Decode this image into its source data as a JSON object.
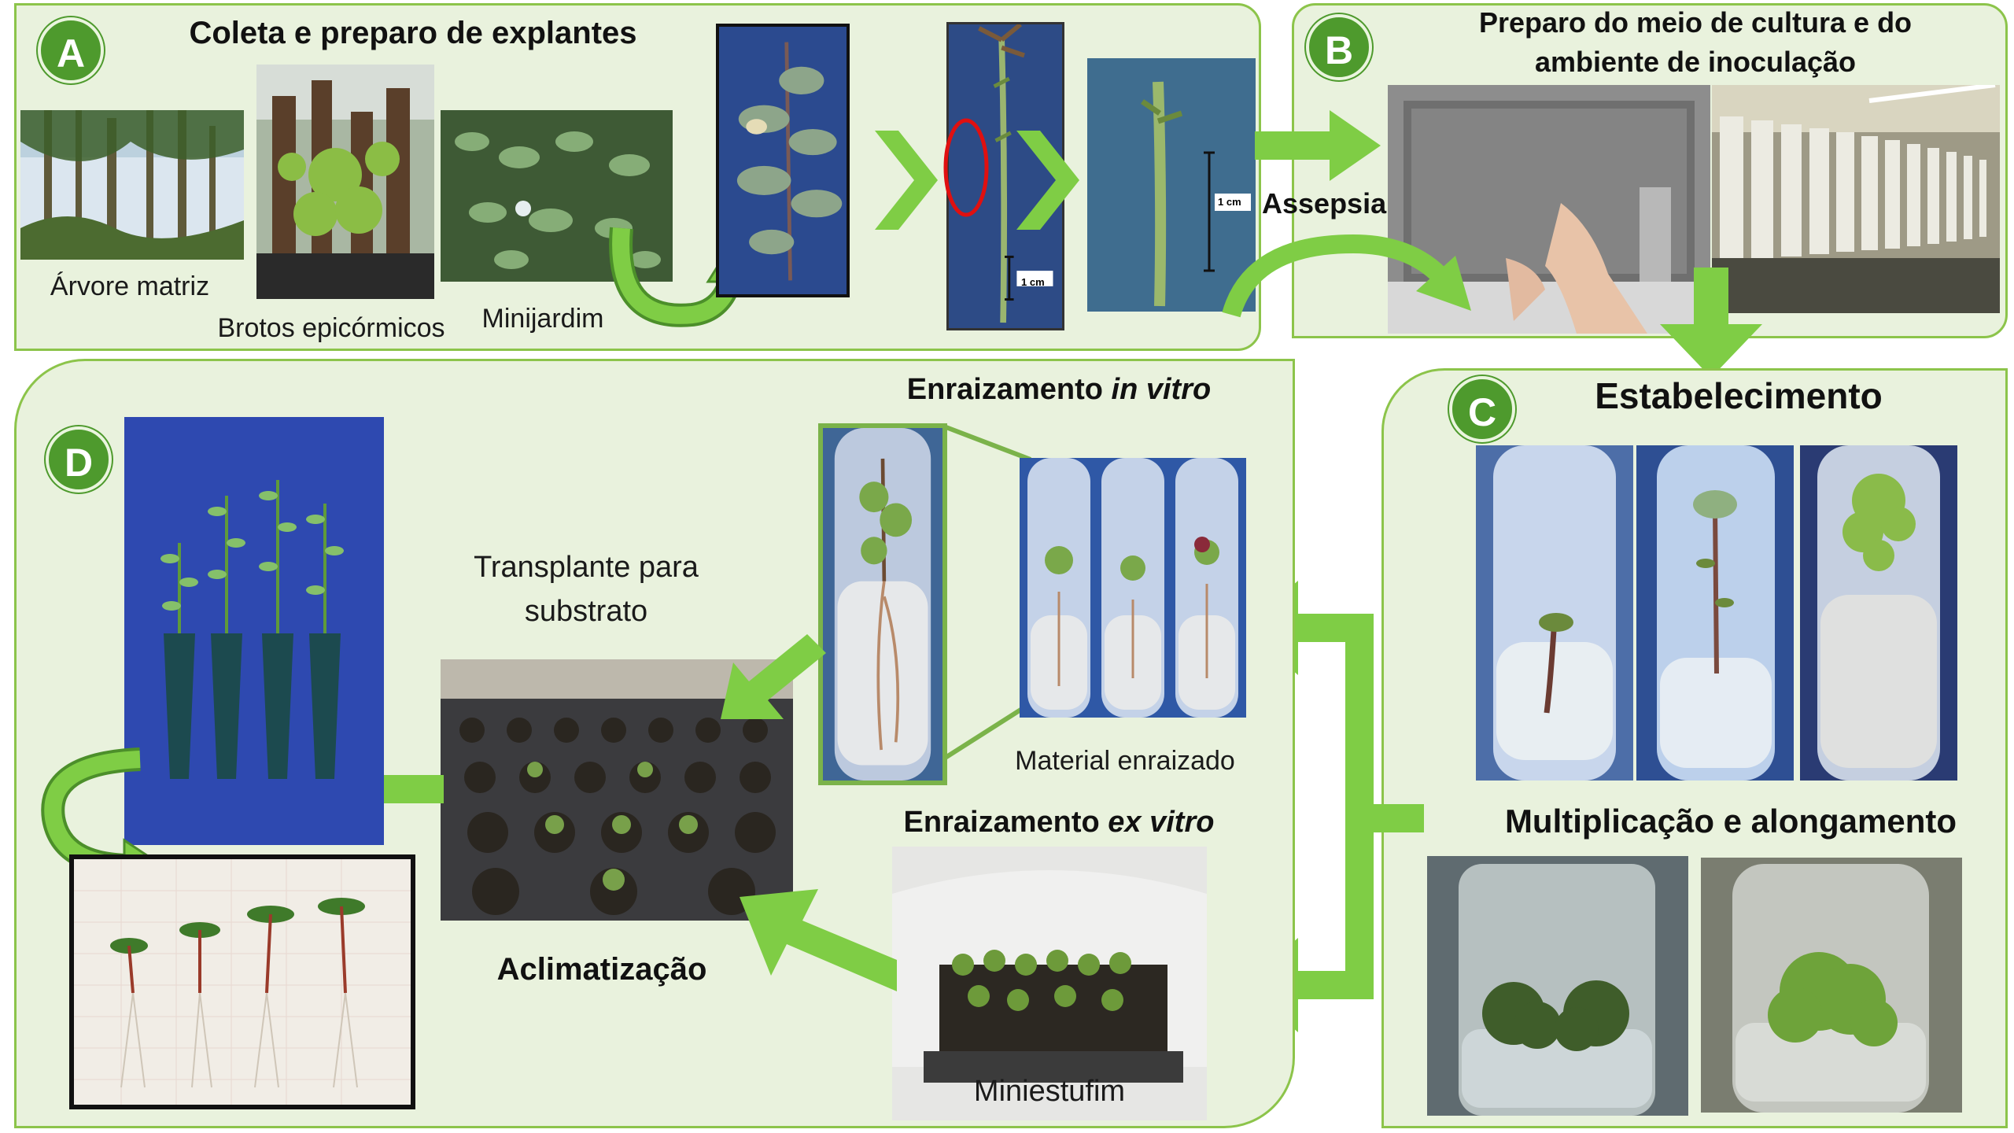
{
  "panels": {
    "A": {
      "badge": "A",
      "title": "Coleta e preparo de explantes",
      "captions": {
        "tree": "Árvore matriz",
        "sprouts": "Brotos epicórmicos",
        "minigarden": "Minijardim"
      },
      "scale_label_1": "1 cm",
      "scale_label_2": "1 cm"
    },
    "B": {
      "badge": "B",
      "title_line1": "Preparo do meio de cultura e do",
      "title_line2": "ambiente de inoculação",
      "arrow_label": "Assepsia"
    },
    "C": {
      "badge": "C",
      "title": "Estabelecimento",
      "subtitle": "Multiplicação e alongamento"
    },
    "D": {
      "badge": "D",
      "rooting_in_vitro_prefix": "Enraizamento ",
      "rooting_in_vitro_italic": "in vitro",
      "rooted_material": "Material enraizado",
      "rooting_ex_vitro_prefix": "Enraizamento ",
      "rooting_ex_vitro_italic": "ex vitro",
      "mini_greenhouse": "Miniestufim",
      "transplant_line1": "Transplante para",
      "transplant_line2": "substrato",
      "acclimatization": "Aclimatização"
    }
  },
  "colors": {
    "panel_fill": "#e9f2dd",
    "panel_border": "#8cc44a",
    "badge": "#4e9a2d",
    "arrow": "#7fcd45",
    "highlight_circle": "#e01010"
  },
  "icons": {
    "chevrons": "chevron-right-icon",
    "flow_arrows": "arrow-icon"
  }
}
